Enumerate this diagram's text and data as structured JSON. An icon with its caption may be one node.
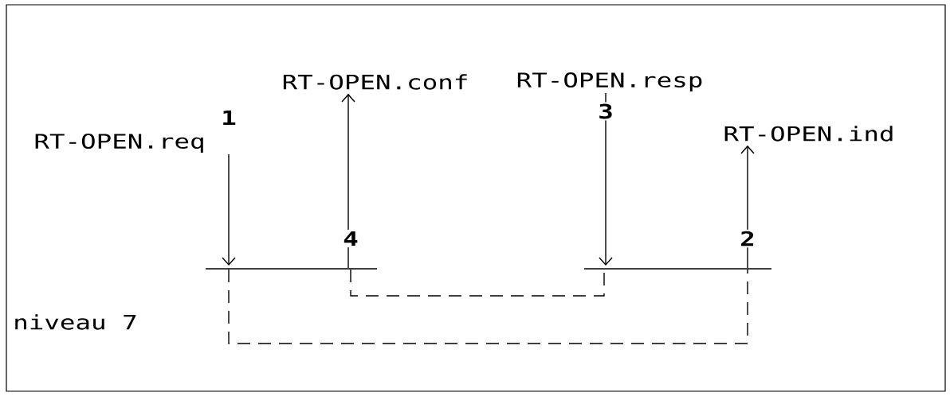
{
  "diagram": {
    "nodes": [
      {
        "text": [
          "RT-OPEN.req"
        ]
      },
      {
        "text": [
          "RT-OPEN.conf"
        ]
      },
      {
        "text": [
          "RT-OPEN.resp"
        ]
      },
      {
        "text": [
          "RT-OPEN.ind"
        ]
      },
      {
        "text": [],
        "shape": "bar"
      },
      {
        "text": [],
        "shape": "bar"
      }
    ],
    "edges": [
      {
        "from": 0,
        "to": 4,
        "arrow": "to",
        "label": "1"
      },
      {
        "from": 4,
        "to": 1,
        "arrow": "to",
        "label": "4"
      },
      {
        "from": 2,
        "to": 5,
        "arrow": "to",
        "label": "3"
      },
      {
        "from": 5,
        "to": 3,
        "arrow": "to",
        "label": "2"
      },
      {
        "from": 4,
        "to": 5,
        "arrow": "none",
        "style": "dashed"
      },
      {
        "from": 4,
        "to": 5,
        "arrow": "none",
        "style": "dashed"
      }
    ],
    "labels": [
      "niveau 7"
    ]
  }
}
